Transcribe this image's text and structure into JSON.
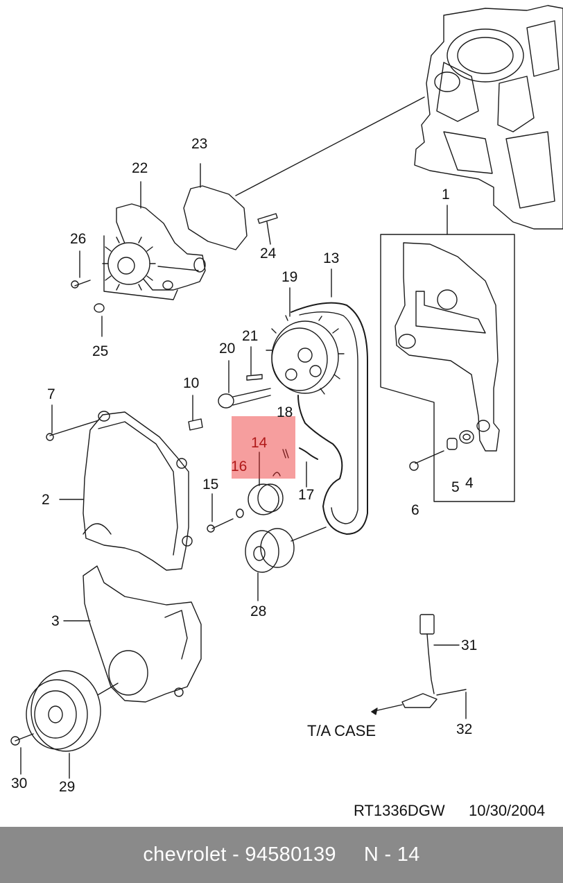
{
  "diagram": {
    "callouts": {
      "n1": "1",
      "n2": "2",
      "n3": "3",
      "n4": "4",
      "n5": "5",
      "n6": "6",
      "n7": "7",
      "n10": "10",
      "n13": "13",
      "n14": "14",
      "n15": "15",
      "n16": "16",
      "n17": "17",
      "n18": "18",
      "n19": "19",
      "n20": "20",
      "n21": "21",
      "n22": "22",
      "n23": "23",
      "n24": "24",
      "n25": "25",
      "n26": "26",
      "n28": "28",
      "n29": "29",
      "n30": "30",
      "n31": "31",
      "n32": "32"
    },
    "ta_case_label": "T/A CASE",
    "reference_code": "RT1336DGW",
    "reference_date": "10/30/2004",
    "highlight_color": "#eb2828"
  },
  "footer": {
    "brand": "chevrolet - 94580139",
    "position": "N - 14",
    "background": "#8a8a8a"
  }
}
